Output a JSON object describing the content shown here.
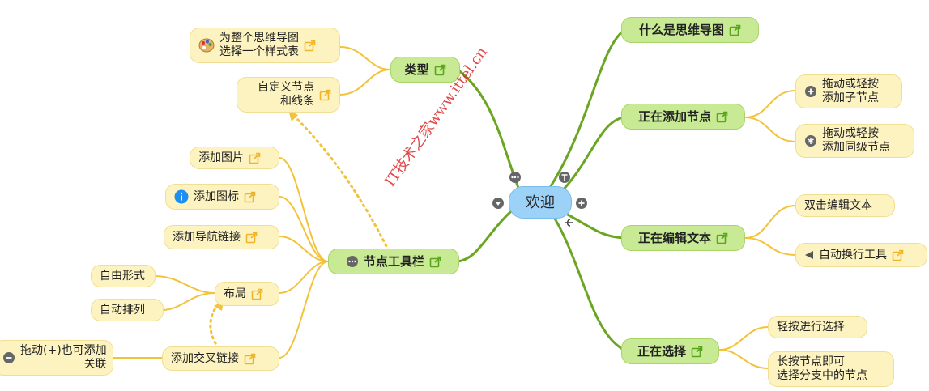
{
  "root": {
    "label": "欢迎"
  },
  "watermark": "IT技术之家www.ittel.cn",
  "colors": {
    "leaf_bg": "#fdf3c0",
    "branch_bg": "#c8ea94",
    "root_bg": "#9dd2f8",
    "branch_line": "#6aa622",
    "leaf_line": "#f2c33a",
    "link_icon_green": "#5aa41e",
    "link_icon_orange": "#f0b429"
  },
  "right": {
    "what": {
      "label": "什么是思维导图"
    },
    "adding": {
      "label": "正在添加节点",
      "children": [
        {
          "label": "拖动或轻按\n添加子节点",
          "icon": "plus-circle-icon"
        },
        {
          "label": "拖动或轻按\n添加同级节点",
          "icon": "asterisk-circle-icon"
        }
      ]
    },
    "editing": {
      "label": "正在编辑文本",
      "children": [
        {
          "label": "双击编辑文本"
        },
        {
          "label": "自动换行工具",
          "icon": "left-triangle-icon"
        }
      ]
    },
    "selecting": {
      "label": "正在选择",
      "children": [
        {
          "label": "轻按进行选择"
        },
        {
          "label": "长按节点即可\n选择分支中的节点"
        }
      ]
    }
  },
  "left": {
    "type": {
      "label": "类型",
      "children": [
        {
          "label": "为整个思维导图\n选择一个样式表",
          "icon": "palette-icon"
        },
        {
          "label": "自定义节点\n和线条"
        }
      ]
    },
    "toolbar": {
      "label": "节点工具栏",
      "children": [
        {
          "label": "添加图片"
        },
        {
          "label": "添加图标",
          "icon": "info-icon"
        },
        {
          "label": "添加导航链接"
        },
        {
          "label": "布局",
          "children": [
            {
              "label": "自由形式"
            },
            {
              "label": "自动排列"
            }
          ]
        },
        {
          "label": "添加交叉链接",
          "children": [
            {
              "label": "拖动(+)也可添加\n关联",
              "icon": "minus-circle-icon"
            }
          ]
        }
      ]
    }
  }
}
